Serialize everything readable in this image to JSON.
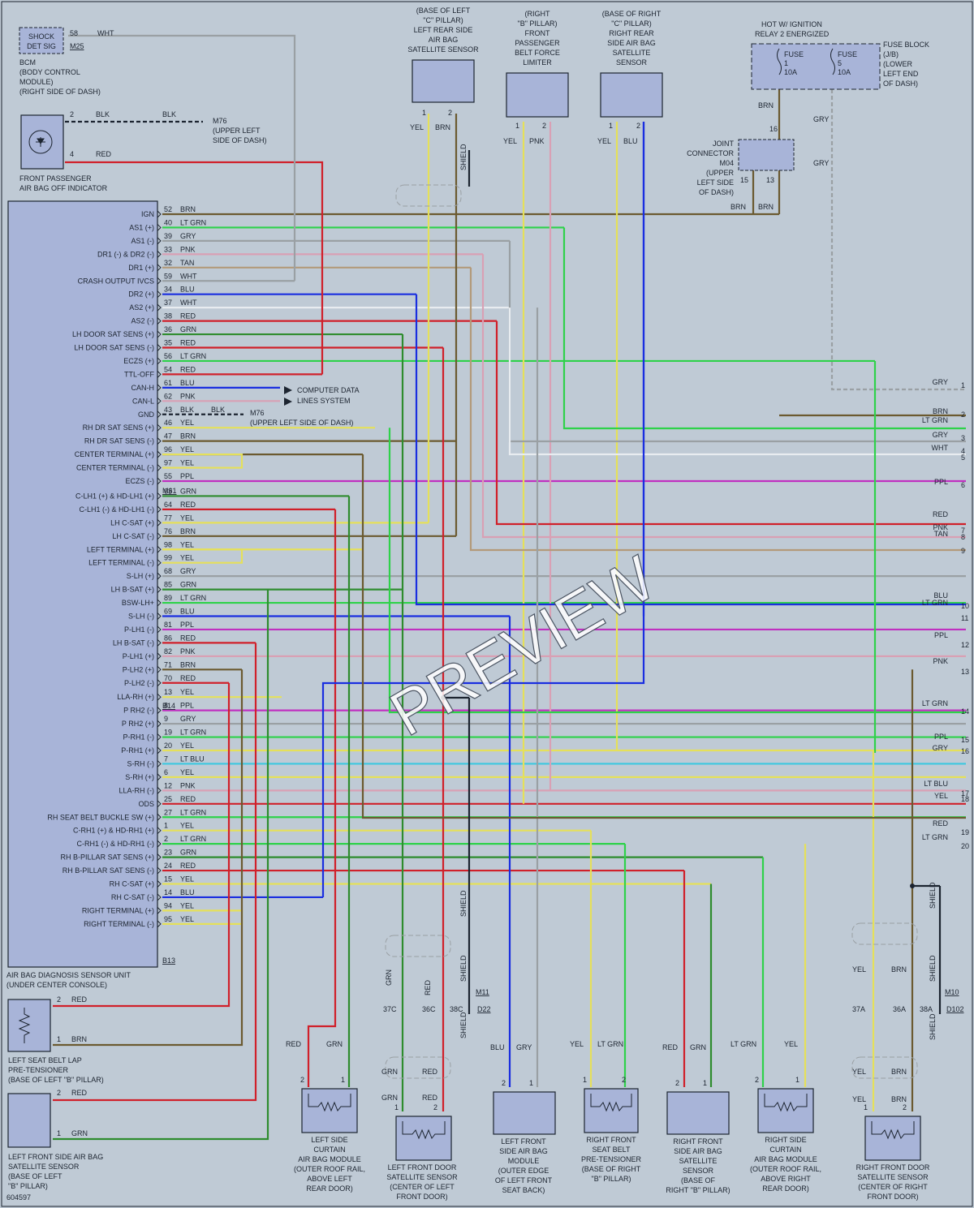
{
  "watermark": "PREVIEW",
  "doc_id": "604597",
  "colors": {
    "BRN": "#6b5a30",
    "GRY": "#9aa0a4",
    "YEL": "#e5e05a",
    "PNK": "#d9a0b4",
    "BLU": "#1a2ee0",
    "WHT": "#e8ecf0",
    "BLK": "#1c2430",
    "RED": "#d0202a",
    "LTGRN": "#2ed24a",
    "TAN": "#b39a7a",
    "GRN": "#2e8c2e",
    "PPL": "#c030c0",
    "LTBLU": "#3cc8e0"
  },
  "labels": {
    "bcm_sig": [
      "SHOCK",
      "DET SIG"
    ],
    "bcm_pin": "58",
    "bcm_conn": "M25",
    "bcm_wire": "WHT",
    "bcm_title": [
      "BCM",
      "(BODY CONTROL",
      "MODULE)",
      "(RIGHT SIDE OF DASH)"
    ],
    "fpi_pin2": "2",
    "fpi_pin4": "4",
    "fpi_blk1": "BLK",
    "fpi_blk2": "BLK",
    "fpi_red": "RED",
    "m76_top": [
      "M76",
      "(UPPER LEFT",
      "SIDE OF DASH)"
    ],
    "fpi_title": [
      "FRONT PASSENGER",
      "AIR BAG OFF INDICATOR"
    ],
    "lrc": [
      "(BASE OF LEFT",
      "\"C\" PILLAR)",
      "LEFT REAR SIDE",
      "AIR BAG",
      "SATELLITE SENSOR"
    ],
    "rbp": [
      "(RIGHT",
      "\"B\" PILLAR)",
      "FRONT",
      "PASSENGER",
      "BELT FORCE",
      "LIMITER"
    ],
    "rrc": [
      "(BASE OF RIGHT",
      "\"C\" PILLAR)",
      "RIGHT REAR",
      "SIDE AIR BAG",
      "SATELLITE",
      "SENSOR"
    ],
    "hot": [
      "HOT W/ IGNITION",
      "RELAY 2 ENERGIZED"
    ],
    "fuse1": [
      "FUSE",
      "1",
      "10A"
    ],
    "fuse5": [
      "FUSE",
      "5",
      "10A"
    ],
    "fuseblock": [
      "FUSE BLOCK",
      "(J/B)",
      "(LOWER",
      "LEFT END",
      "OF DASH)"
    ],
    "joint": [
      "JOINT",
      "CONNECTOR",
      "M04",
      "(UPPER",
      "LEFT SIDE",
      "OF DASH)"
    ],
    "shield": "SHIELD",
    "sensor_pins": {
      "p1": "1",
      "p2": "2",
      "p13": "13",
      "p15": "15",
      "p16": "16"
    },
    "sensor_wires": {
      "yel": "YEL",
      "brn": "BRN",
      "pnk": "PNK",
      "blu": "BLU",
      "gry": "GRY"
    },
    "cdls": [
      "COMPUTER DATA",
      "LINES SYSTEM"
    ],
    "m76_gnd": "M76",
    "m76_gnd_loc": "(UPPER LEFT SIDE OF DASH)",
    "gnd_blk": "BLK",
    "conn_m61": "M61",
    "conn_b14": "B14",
    "conn_b13": "B13",
    "unit_title": [
      "AIR BAG DIAGNOSIS SENSOR UNIT",
      "(UNDER CENTER CONSOLE)"
    ],
    "lsb": [
      "LEFT SEAT BELT LAP",
      "PRE-TENSIONER",
      "(BASE OF LEFT \"B\" PILLAR)"
    ],
    "lsb_pins": [
      "2",
      "1"
    ],
    "lsb_wires": [
      "RED",
      "BRN"
    ],
    "lfs": [
      "LEFT FRONT SIDE AIR BAG",
      "SATELLITE SENSOR",
      "(BASE OF LEFT",
      "\"B\" PILLAR)"
    ],
    "lfs_pins": [
      "2",
      "1"
    ],
    "lfs_wires": [
      "RED",
      "GRN"
    ],
    "conn_m11": "M11",
    "conn_d22": "D22",
    "conn_m10": "M10",
    "conn_d102": "D102",
    "pins_37c": "37C",
    "pins_36c": "36C",
    "pins_38c": "38C",
    "pins_37a": "37A",
    "pins_36a": "36A",
    "pins_38a": "38A",
    "wl": {
      "grn": "GRN",
      "red": "RED",
      "yel": "YEL",
      "brn": "BRN",
      "blu": "BLU",
      "gry": "GRY",
      "ltgrn": "LT GRN"
    },
    "bottom": [
      [
        "LEFT SIDE",
        "CURTAIN",
        "AIR BAG MODULE",
        "(OUTER ROOF RAIL,",
        "ABOVE LEFT",
        "REAR DOOR)"
      ],
      [
        "LEFT FRONT DOOR",
        "SATELLITE SENSOR",
        "(CENTER OF LEFT",
        "FRONT DOOR)"
      ],
      [
        "LEFT FRONT",
        "SIDE AIR BAG",
        "MODULE",
        "(OUTER EDGE",
        "OF LEFT FRONT",
        "SEAT BACK)"
      ],
      [
        "RIGHT FRONT",
        "SEAT BELT",
        "PRE-TENSIONER",
        "(BASE OF RIGHT",
        "\"B\" PILLAR)"
      ],
      [
        "RIGHT FRONT",
        "SIDE AIR BAG",
        "SATELLITE",
        "SENSOR",
        "(BASE OF",
        "RIGHT \"B\" PILLAR)"
      ],
      [
        "RIGHT SIDE",
        "CURTAIN",
        "AIR BAG MODULE",
        "(OUTER ROOF RAIL,",
        "ABOVE RIGHT",
        "REAR DOOR)"
      ],
      [
        "RIGHT FRONT DOOR",
        "SATELLITE SENSOR",
        "(CENTER OF RIGHT",
        "FRONT DOOR)"
      ]
    ]
  },
  "unit_rows": [
    {
      "pin": "52",
      "wire": "BRN",
      "name": "IGN"
    },
    {
      "pin": "40",
      "wire": "LT GRN",
      "name": "AS1 (+)"
    },
    {
      "pin": "39",
      "wire": "GRY",
      "name": "AS1 (-)"
    },
    {
      "pin": "33",
      "wire": "PNK",
      "name": "DR1 (-) & DR2 (-)"
    },
    {
      "pin": "32",
      "wire": "TAN",
      "name": "DR1 (+)"
    },
    {
      "pin": "59",
      "wire": "WHT",
      "name": "CRASH OUTPUT IVCS"
    },
    {
      "pin": "34",
      "wire": "BLU",
      "name": "DR2 (+)"
    },
    {
      "pin": "37",
      "wire": "WHT",
      "name": "AS2 (+)"
    },
    {
      "pin": "38",
      "wire": "RED",
      "name": "AS2 (-)"
    },
    {
      "pin": "36",
      "wire": "GRN",
      "name": "LH DOOR SAT SENS (+)"
    },
    {
      "pin": "35",
      "wire": "RED",
      "name": "LH DOOR SAT SENS (-)"
    },
    {
      "pin": "56",
      "wire": "LT GRN",
      "name": "ECZS (+)"
    },
    {
      "pin": "54",
      "wire": "RED",
      "name": "TTL-OFF"
    },
    {
      "pin": "61",
      "wire": "BLU",
      "name": "CAN-H"
    },
    {
      "pin": "62",
      "wire": "PNK",
      "name": "CAN-L"
    },
    {
      "pin": "43",
      "wire": "BLK",
      "name": "GND"
    },
    {
      "pin": "46",
      "wire": "YEL",
      "name": "RH DR SAT SENS (+)"
    },
    {
      "pin": "47",
      "wire": "BRN",
      "name": "RH DR SAT SENS (-)"
    },
    {
      "pin": "96",
      "wire": "YEL",
      "name": "CENTER TERMINAL (+)"
    },
    {
      "pin": "97",
      "wire": "YEL",
      "name": "CENTER TERMINAL (-)"
    },
    {
      "pin": "55",
      "wire": "PPL",
      "name": "ECZS (-)"
    },
    {
      "pin": "63",
      "wire": "GRN",
      "name": "C-LH1 (+) & HD-LH1 (+)"
    },
    {
      "pin": "64",
      "wire": "RED",
      "name": "C-LH1 (-) & HD-LH1 (-)"
    },
    {
      "pin": "77",
      "wire": "YEL",
      "name": "LH C-SAT (+)"
    },
    {
      "pin": "76",
      "wire": "BRN",
      "name": "LH C-SAT (-)"
    },
    {
      "pin": "98",
      "wire": "YEL",
      "name": "LEFT TERMINAL (+)"
    },
    {
      "pin": "99",
      "wire": "YEL",
      "name": "LEFT TERMINAL (-)"
    },
    {
      "pin": "68",
      "wire": "GRY",
      "name": "S-LH (+)"
    },
    {
      "pin": "85",
      "wire": "GRN",
      "name": "LH B-SAT (+)"
    },
    {
      "pin": "89",
      "wire": "LT GRN",
      "name": "BSW-LH+"
    },
    {
      "pin": "69",
      "wire": "BLU",
      "name": "S-LH (-)"
    },
    {
      "pin": "81",
      "wire": "PPL",
      "name": "P-LH1 (-)"
    },
    {
      "pin": "86",
      "wire": "RED",
      "name": "LH B-SAT (-)"
    },
    {
      "pin": "82",
      "wire": "PNK",
      "name": "P-LH1 (+)"
    },
    {
      "pin": "71",
      "wire": "BRN",
      "name": "P-LH2 (+)"
    },
    {
      "pin": "70",
      "wire": "RED",
      "name": "P-LH2 (-)"
    },
    {
      "pin": "13",
      "wire": "YEL",
      "name": "LLA-RH (+)"
    },
    {
      "pin": "8",
      "wire": "PPL",
      "name": "P RH2 (-)"
    },
    {
      "pin": "9",
      "wire": "GRY",
      "name": "P RH2 (+)"
    },
    {
      "pin": "19",
      "wire": "LT GRN",
      "name": "P-RH1 (-)"
    },
    {
      "pin": "20",
      "wire": "YEL",
      "name": "P-RH1 (+)"
    },
    {
      "pin": "7",
      "wire": "LT BLU",
      "name": "S-RH (-)"
    },
    {
      "pin": "6",
      "wire": "YEL",
      "name": "S-RH (+)"
    },
    {
      "pin": "12",
      "wire": "PNK",
      "name": "LLA-RH (-)"
    },
    {
      "pin": "25",
      "wire": "RED",
      "name": "ODS"
    },
    {
      "pin": "27",
      "wire": "LT GRN",
      "name": "RH SEAT BELT BUCKLE SW (+)"
    },
    {
      "pin": "1",
      "wire": "YEL",
      "name": "C-RH1 (+) & HD-RH1 (+)"
    },
    {
      "pin": "2",
      "wire": "LT GRN",
      "name": "C-RH1 (-) & HD-RH1 (-)"
    },
    {
      "pin": "23",
      "wire": "GRN",
      "name": "RH B-PILLAR SAT SENS (+)"
    },
    {
      "pin": "24",
      "wire": "RED",
      "name": "RH B-PILLAR SAT SENS (-)"
    },
    {
      "pin": "15",
      "wire": "YEL",
      "name": "RH C-SAT (+)"
    },
    {
      "pin": "14",
      "wire": "BLU",
      "name": "RH C-SAT (-)"
    },
    {
      "pin": "94",
      "wire": "YEL",
      "name": "RIGHT TERMINAL (+)"
    },
    {
      "pin": "95",
      "wire": "YEL",
      "name": "RIGHT TERMINAL (-)"
    }
  ],
  "offpage": [
    {
      "num": "1",
      "label": "GRY"
    },
    {
      "num": "2",
      "label": "BRN"
    },
    {
      "num": "",
      "label": "LT GRN"
    },
    {
      "num": "3",
      "label": "GRY"
    },
    {
      "num": "4",
      "label": "WHT"
    },
    {
      "num": "5",
      "label": ""
    },
    {
      "num": "6",
      "label": "PPL"
    },
    {
      "num": "",
      "label": "RED"
    },
    {
      "num": "7",
      "label": "PNK"
    },
    {
      "num": "8",
      "label": "TAN"
    },
    {
      "num": "9",
      "label": ""
    },
    {
      "num": "",
      "label": "BLU"
    },
    {
      "num": "10",
      "label": "LT GRN"
    },
    {
      "num": "11",
      "label": ""
    },
    {
      "num": "",
      "label": "PPL"
    },
    {
      "num": "12",
      "label": ""
    },
    {
      "num": "",
      "label": "PNK"
    },
    {
      "num": "13",
      "label": ""
    },
    {
      "num": "",
      "label": "LT GRN"
    },
    {
      "num": "14",
      "label": ""
    },
    {
      "num": "15",
      "label": "PPL"
    },
    {
      "num": "16",
      "label": "GRY"
    },
    {
      "num": "",
      "label": "LT BLU"
    },
    {
      "num": "17",
      "label": ""
    },
    {
      "num": "18",
      "label": "YEL"
    },
    {
      "num": "",
      "label": "RED"
    },
    {
      "num": "19",
      "label": ""
    },
    {
      "num": "",
      "label": "LT GRN"
    },
    {
      "num": "20",
      "label": ""
    }
  ]
}
